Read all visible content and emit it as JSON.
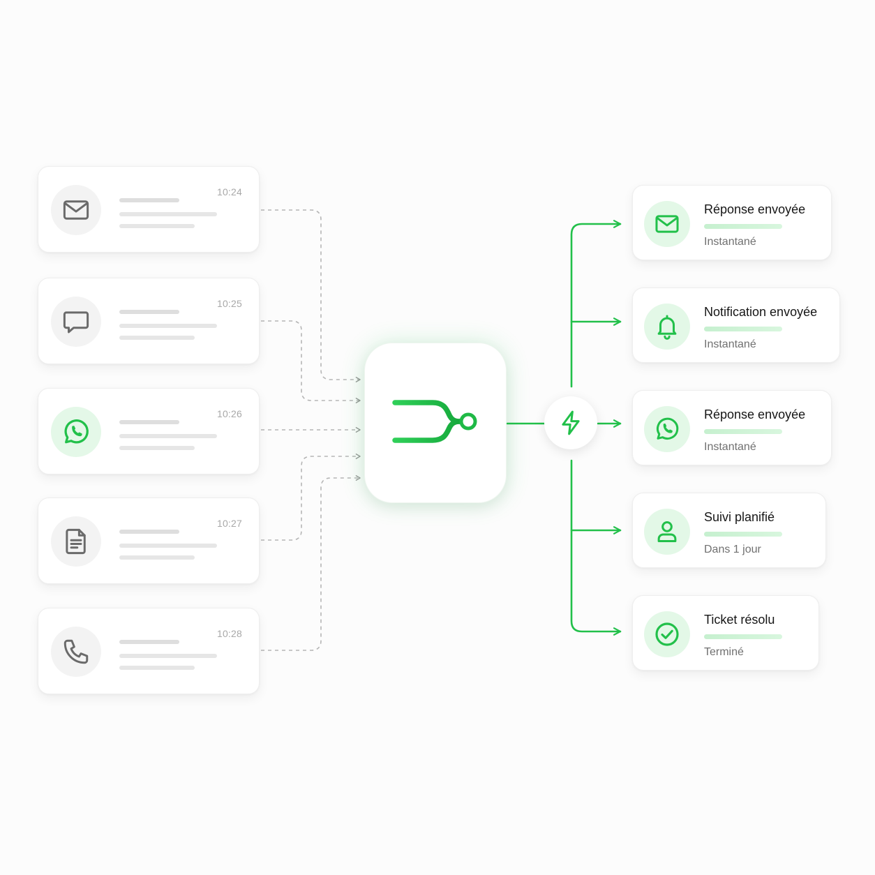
{
  "inputs": [
    {
      "icon": "mail-icon",
      "time": "10:24"
    },
    {
      "icon": "chat-bubble-icon",
      "time": "10:25"
    },
    {
      "icon": "whatsapp-icon",
      "time": "10:26"
    },
    {
      "icon": "document-icon",
      "time": "10:27"
    },
    {
      "icon": "phone-icon",
      "time": "10:28"
    }
  ],
  "hub": {
    "icon": "routing-logo-icon"
  },
  "trigger": {
    "icon": "lightning-bolt-icon"
  },
  "outputs": [
    {
      "icon": "mail-icon",
      "title": "Réponse envoyée",
      "subtitle": "Instantané"
    },
    {
      "icon": "bell-icon",
      "title": "Notification envoyée",
      "subtitle": "Instantané"
    },
    {
      "icon": "whatsapp-icon",
      "title": "Réponse envoyée",
      "subtitle": "Instantané"
    },
    {
      "icon": "user-icon",
      "title": "Suivi planifié",
      "subtitle": "Dans 1 jour"
    },
    {
      "icon": "check-circle-icon",
      "title": "Ticket résolu",
      "subtitle": "Terminé"
    }
  ],
  "colors": {
    "accent": "#22c04a",
    "accent_light": "#e3f8e7",
    "connector_gray": "#b5b5b5",
    "text_dark": "#161616",
    "text_muted": "#707070"
  }
}
